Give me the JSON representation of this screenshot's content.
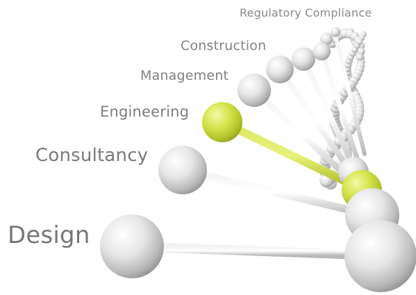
{
  "labels": {
    "regulatory": "Regulatory Compliance",
    "construction": "Construction",
    "management": "Management",
    "engineering": "Engineering",
    "consultancy": "Consultancy",
    "design": "Design"
  },
  "colors": {
    "background": "#ffffff",
    "sphere_light": "#ffffff",
    "sphere_mid": "#d4d4d4",
    "sphere_dark": "#8e8e8e",
    "highlight_light": "#f3f9a8",
    "highlight_mid": "#c8d83a",
    "highlight_dark": "#8f9e14",
    "label_text": "#7c7c7c"
  },
  "highlighted_item": "Engineering"
}
